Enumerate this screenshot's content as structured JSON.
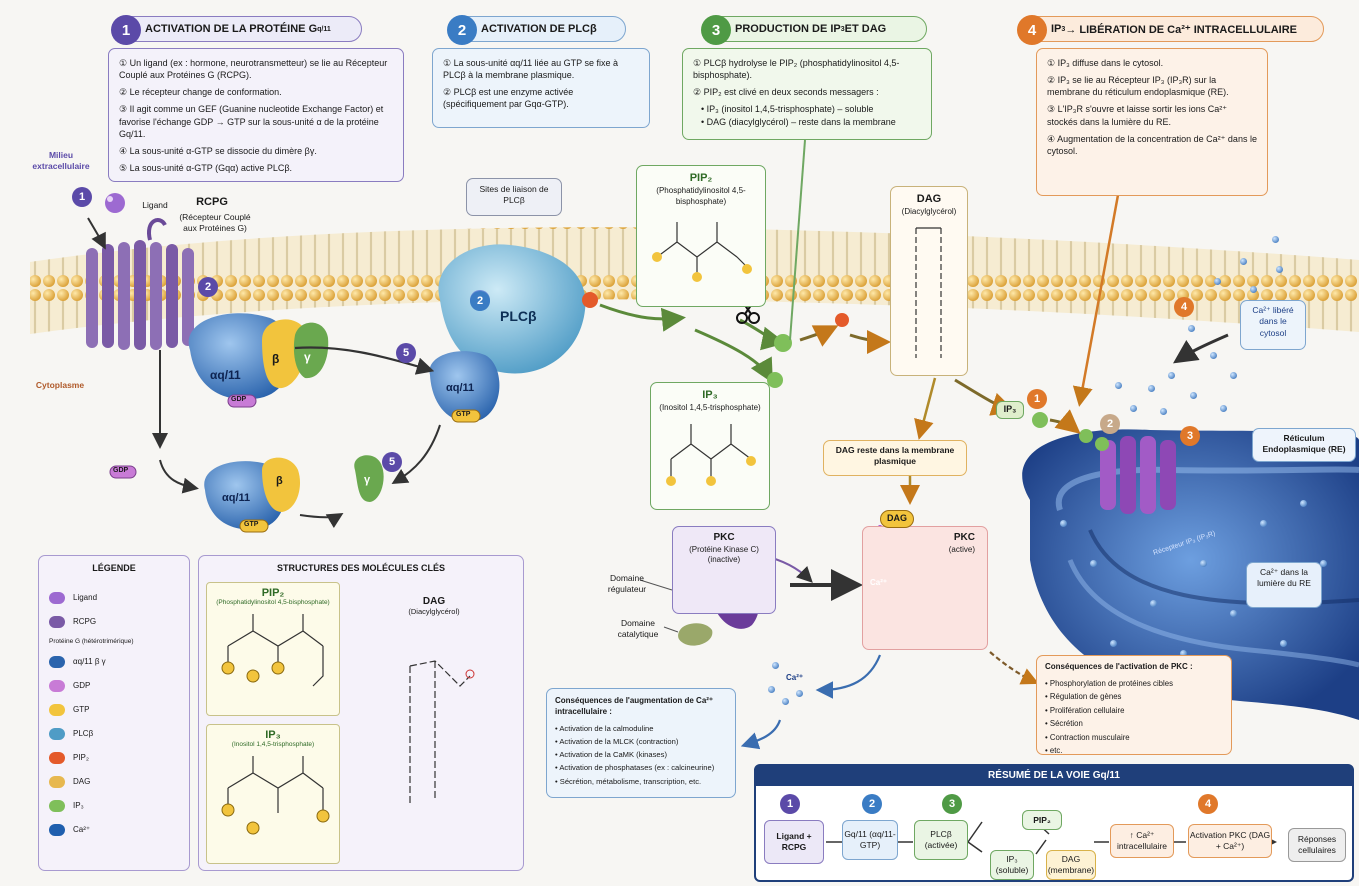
{
  "colors": {
    "purple": "#5b4aa8",
    "blue": "#3a7cc4",
    "green": "#4f9a45",
    "orange": "#e0782a",
    "grey": "#7a7a7a",
    "membrane": "#e7b84f",
    "er": "#2f5fa6"
  },
  "headers": [
    {
      "num": "1",
      "pre": "ACTIVATION DE LA PROTÉINE G",
      "sub": "q/11"
    },
    {
      "num": "2",
      "pre": "ACTIVATION DE PLCβ",
      "sub": ""
    },
    {
      "num": "3",
      "pre": "PRODUCTION DE IP",
      "sub": "3",
      "post": " ET DAG"
    },
    {
      "num": "4",
      "pre": "IP",
      "sub": "3",
      "post": " → LIBÉRATION DE Ca²⁺ INTRACELLULAIRE"
    }
  ],
  "step1": [
    "① Un ligand (ex : hormone, neurotransmetteur) se lie au Récepteur Couplé aux Protéines G (RCPG).",
    "② Le récepteur change de conformation.",
    "③ Il agit comme un GEF (Guanine nucleotide Exchange Factor) et favorise l'échange GDP → GTP sur la sous-unité α de la protéine Gq/11.",
    "④ La sous-unité α-GTP se dissocie du dimère βγ.",
    "⑤ La sous-unité α-GTP (Gqα) active PLCβ."
  ],
  "step2": [
    "① La sous-unité αq/11 liée au GTP se fixe à PLCβ à la membrane plasmique.",
    "② PLCβ est une enzyme activée (spécifiquement par Gqα-GTP)."
  ],
  "step3": {
    "s1": "① PLCβ hydrolyse le PIP₂ (phosphatidylinositol 4,5-bisphosphate).",
    "s2": "② PIP₂ est clivé en deux seconds messagers :",
    "b1": "• IP₃ (inositol 1,4,5-trisphosphate) – soluble",
    "b2": "• DAG (diacylglycérol) – reste dans la membrane"
  },
  "step4": [
    "① IP₃ diffuse dans le cytosol.",
    "② IP₃ se lie au Récepteur IP₃ (IP₃R) sur la membrane du réticulum endoplasmique (RE).",
    "③ L'IP₃R s'ouvre et laisse sortir les ions Ca²⁺ stockés dans la lumière du RE.",
    "④ Augmentation de la concentration de Ca²⁺ dans le cytosol."
  ],
  "diagram": {
    "milieu": "Milieu extracellulaire",
    "cytoplasme": "Cytoplasme",
    "ligand": "Ligand",
    "rcpg_title": "RCPG",
    "rcpg_sub": "(Récepteur Couplé aux Protéines G)",
    "sites": "Sites de liaison de PLCβ",
    "plcb": "PLCβ",
    "alpha": "αq/11",
    "beta": "β",
    "gamma": "γ",
    "gdp": "GDP",
    "gtp": "GTP",
    "pip2_title": "PIP₂",
    "pip2_sub": "(Phosphatidylinositol 4,5-bisphosphate)",
    "dag_title": "DAG",
    "dag_sub": "(Diacylglycérol)",
    "ip3_title": "IP₃",
    "ip3_sub": "(Inositol 1,4,5-trisphosphate)",
    "ip3_tag": "IP₃",
    "dag_reste": "DAG reste dans la membrane plasmique",
    "pkc_title": "PKC",
    "pkc_sub": "(Protéine Kinase C) (inactive)",
    "pkc_active_title": "PKC",
    "pkc_active_sub": "(active)",
    "dag_tag": "DAG",
    "ca_tag": "Ca²⁺",
    "domaine_reg": "Domaine régulateur",
    "domaine_cat": "Domaine catalytique",
    "ca_free": "Ca²⁺ libéré dans le cytosol",
    "re_title": "Réticulum Endoplasmique (RE)",
    "re_lumen": "Ca²⁺ dans la lumière du RE",
    "ip3r": "Récepteur IP₃ (IP₃R)",
    "ca_small": "Ca²⁺"
  },
  "legend": {
    "title": "LÉGENDE",
    "items": [
      "Ligand",
      "RCPG",
      "Protéine G (hétérotrimérique)",
      "αq/11   β   γ",
      "GDP",
      "GTP",
      "PLCβ",
      "PIP₂",
      "DAG",
      "IP₃",
      "Ca²⁺"
    ]
  },
  "structures": {
    "title": "STRUCTURES DES MOLÉCULES CLÉS",
    "pip2": "PIP₂",
    "pip2_sub": "(Phosphatidylinositol 4,5-bisphosphate)",
    "dag": "DAG",
    "dag_sub": "(Diacylglycérol)",
    "ip3": "IP₃",
    "ip3_sub": "(Inositol 1,4,5-trisphosphate)"
  },
  "conseq_ca": {
    "title": "Conséquences de l'augmentation de Ca²⁺ intracellulaire :",
    "items": [
      "• Activation de la calmoduline",
      "• Activation de la MLCK (contraction)",
      "• Activation de la CaMK (kinases)",
      "• Activation de phosphatases (ex : calcineurine)",
      "• Sécrétion, métabolisme, transcription, etc."
    ]
  },
  "conseq_pkc": {
    "title": "Conséquences de l'activation de PKC :",
    "items": [
      "• Phosphorylation de protéines cibles",
      "• Régulation de gènes",
      "• Prolifération cellulaire",
      "• Sécrétion",
      "• Contraction musculaire",
      "• etc."
    ]
  },
  "summary": {
    "title": "RÉSUMÉ DE LA VOIE Gq/11",
    "ligand": "Ligand + RCPG",
    "gq": "Gq/11 (αq/11-GTP)",
    "plcb": "PLCβ (activée)",
    "pip2": "PIP₂",
    "ip3": "IP₃ (soluble)",
    "dag": "DAG (membrane)",
    "ca": "↑ Ca²⁺ intracellulaire",
    "pkc": "Activation PKC (DAG + Ca²⁺)",
    "rep": "Réponses cellulaires",
    "n1": "1",
    "n2": "2",
    "n3": "3",
    "n4": "4"
  }
}
